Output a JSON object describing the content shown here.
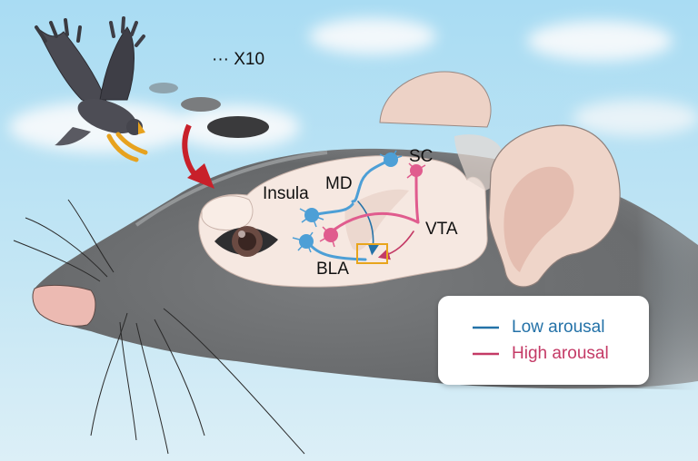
{
  "stimulus": {
    "repeat_label": "··· X10",
    "description": "looming-shadow"
  },
  "regions": {
    "insula": "Insula",
    "md": "MD",
    "sc": "SC",
    "vta": "VTA",
    "bla": "BLA"
  },
  "legend": {
    "low": {
      "label": "Low arousal",
      "color": "#2472a8"
    },
    "high": {
      "label": "High arousal",
      "color": "#c43a66"
    }
  },
  "colors": {
    "sky": "#bfe3f3",
    "mouse_fur": "#6d6f71",
    "brain": "#f5e6df",
    "neuron_blue": "#4d9fd6",
    "neuron_pink": "#e05c8e",
    "highlight_box": "#e8a51c",
    "stimulus_arrow": "#c8202a"
  }
}
